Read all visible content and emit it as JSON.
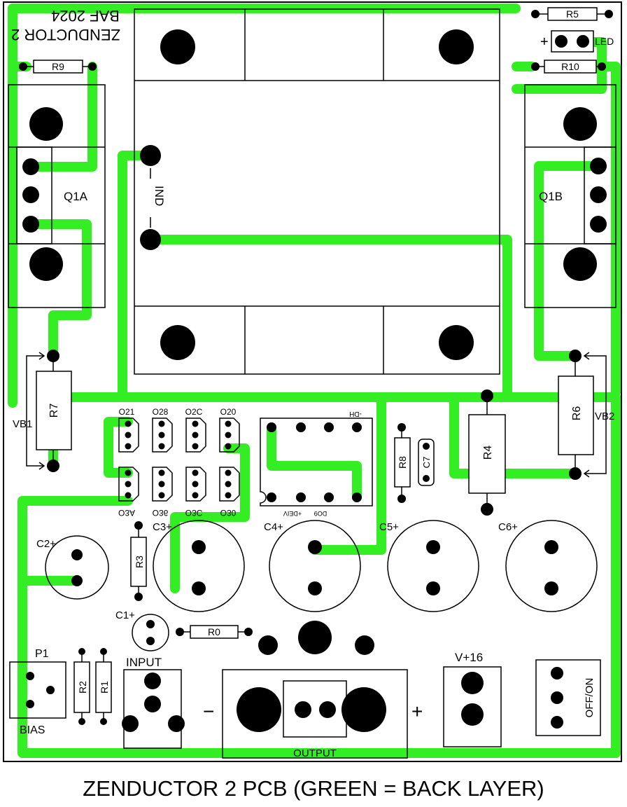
{
  "board": {
    "title_mirrored": "ZENDUCTOR 2",
    "author_mirrored": "BAF 2024",
    "caption": "ZENDUCTOR 2 PCB (GREEN = BACK LAYER)",
    "colors": {
      "trace": "#33ee22",
      "silk": "#000000",
      "background": "#ffffff"
    }
  },
  "labels": {
    "r9": "R9",
    "r5": "R5",
    "led": "LED",
    "led_plus": "+",
    "r10": "R10",
    "q1a": "Q1A",
    "q1b": "Q1B",
    "ind": "IND",
    "vb1": "VB1",
    "vb2": "VB2",
    "r7": "R7",
    "r6": "R6",
    "r4": "R4",
    "r8": "R8",
    "c7": "C7",
    "j_top": [
      "O21",
      "O28",
      "O2C",
      "O20"
    ],
    "j_bot": [
      "O3A",
      "O36",
      "O3C",
      "O30"
    ],
    "ic_top": "-DH",
    "ic_bot": [
      "+DEIV",
      "DO9"
    ],
    "c2": "C2+",
    "c3": "C3+",
    "c4": "C4+",
    "c5": "C5+",
    "c6": "C6+",
    "r3": "R3",
    "c1": "C1+",
    "r0": "R0",
    "p1": "P1",
    "bias": "BIAS",
    "r2": "R2",
    "r1": "R1",
    "input": "INPUT",
    "minus": "−",
    "plus": "+",
    "output": "OUTPUT",
    "v16": "V+16",
    "offon": "OFF/ON"
  }
}
